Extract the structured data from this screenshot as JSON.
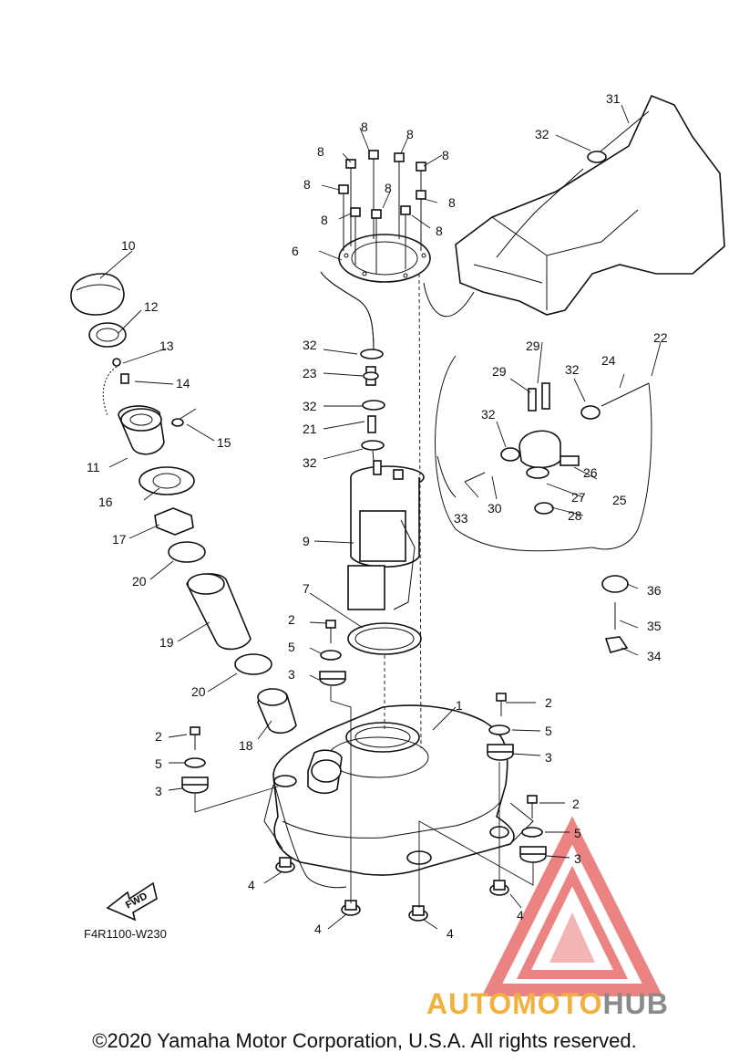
{
  "diagram_code": "F4R1100-W230",
  "fwd_label": "FWD",
  "copyright": "©2020 Yamaha Motor Corporation, U.S.A. All rights reserved.",
  "watermark": {
    "part1": "AUTOMOTO",
    "part2": "HUB",
    "color_primary": "#f2b13c",
    "color_secondary": "#8a8a8a",
    "logo_color": "#e55a5a"
  },
  "callouts": [
    "1",
    "2",
    "2",
    "2",
    "3",
    "3",
    "3",
    "3",
    "4",
    "4",
    "4",
    "4",
    "5",
    "5",
    "5",
    "5",
    "6",
    "7",
    "8",
    "8",
    "8",
    "8",
    "8",
    "8",
    "8",
    "8",
    "8",
    "8",
    "9",
    "10",
    "11",
    "12",
    "13",
    "14",
    "15",
    "16",
    "17",
    "18",
    "19",
    "20",
    "20",
    "21",
    "22",
    "23",
    "24",
    "25",
    "26",
    "27",
    "28",
    "29",
    "29",
    "30",
    "31",
    "32",
    "32",
    "32",
    "32",
    "32",
    "32",
    "33",
    "34",
    "35",
    "36"
  ]
}
